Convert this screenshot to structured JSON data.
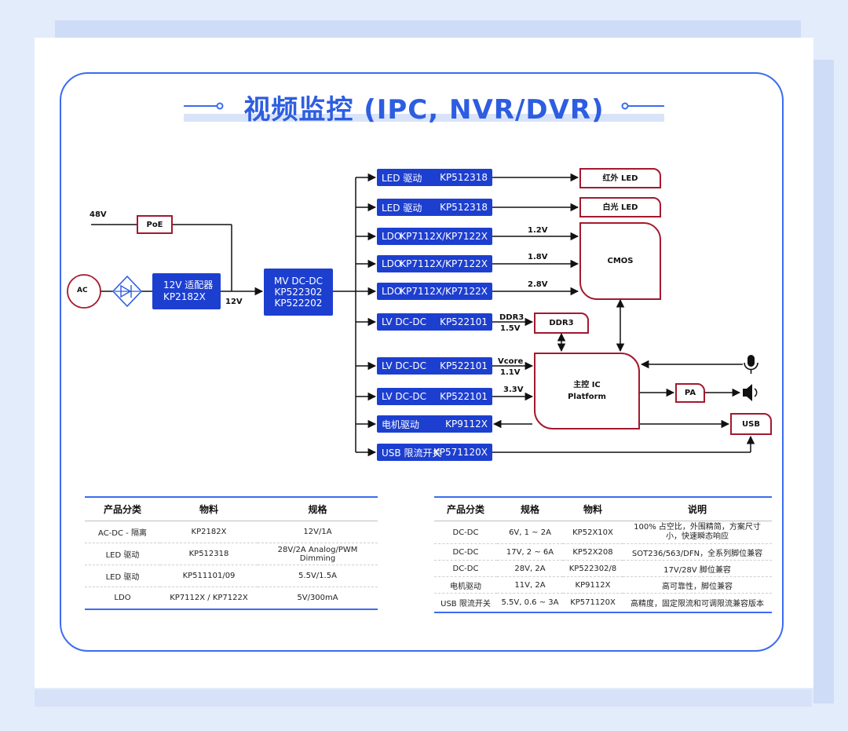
{
  "title": "视频监控 (IPC, NVR/DVR)",
  "colors": {
    "block_blue": "#1d3fd0",
    "accent_blue": "#3b6cf0",
    "box_red": "#a3192e"
  },
  "diagram": {
    "input_48v": "48V",
    "poe": "PoE",
    "ac": "AC",
    "adapter_line1": "12V 适配器",
    "adapter_line2": "KP2182X",
    "v12": "12V",
    "mv_line1": "MV DC-DC",
    "mv_line2": "KP522302",
    "mv_line3": "KP522202",
    "rows": [
      {
        "name": "LED 驱动",
        "part": "KP512318"
      },
      {
        "name": "LED 驱动",
        "part": "KP512318"
      },
      {
        "name": "LDO",
        "part": "KP7112X/KP7122X"
      },
      {
        "name": "LDO",
        "part": "KP7112X/KP7122X"
      },
      {
        "name": "LDO",
        "part": "KP7112X/KP7122X"
      },
      {
        "name": "LV DC-DC",
        "part": "KP522101"
      },
      {
        "name": "LV DC-DC",
        "part": "KP522101"
      },
      {
        "name": "LV DC-DC",
        "part": "KP522101"
      },
      {
        "name": "电机驱动",
        "part": "KP9112X"
      },
      {
        "name": "USB 限流开关",
        "part": "KP571120X"
      }
    ],
    "ir_led": "红外 LED",
    "white_led": "白光 LED",
    "cmos": "CMOS",
    "ddr3": "DDR3",
    "soc_line1": "主控 IC",
    "soc_line2": "Platform",
    "pa": "PA",
    "usb": "USB",
    "v1_2": "1.2V",
    "v1_8": "1.8V",
    "v2_8": "2.8V",
    "ddr3_label": "DDR3",
    "v1_5": "1.5V",
    "vcore": "Vcore",
    "v1_1": "1.1V",
    "v3_3": "3.3V"
  },
  "table1": {
    "headers": [
      "产品分类",
      "物料",
      "规格"
    ],
    "rows": [
      [
        "AC-DC - 隔离",
        "KP2182X",
        "12V/1A"
      ],
      [
        "LED 驱动",
        "KP512318",
        "28V/2A Analog/PWM Dimming"
      ],
      [
        "LED 驱动",
        "KP511101/09",
        "5.5V/1.5A"
      ],
      [
        "LDO",
        "KP7112X / KP7122X",
        "5V/300mA"
      ]
    ]
  },
  "table2": {
    "headers": [
      "产品分类",
      "规格",
      "物料",
      "说明"
    ],
    "rows": [
      [
        "DC-DC",
        "6V, 1 ~ 2A",
        "KP52X10X",
        "100% 占空比，外围精简，方案尺寸小，快速瞬态响应"
      ],
      [
        "DC-DC",
        "17V, 2 ~ 6A",
        "KP52X208",
        "SOT236/563/DFN，全系列脚位兼容"
      ],
      [
        "DC-DC",
        "28V, 2A",
        "KP522302/8",
        "17V/28V 脚位兼容"
      ],
      [
        "电机驱动",
        "11V, 2A",
        "KP9112X",
        "高可靠性，脚位兼容"
      ],
      [
        "USB 限流开关",
        "5.5V, 0.6 ~ 3A",
        "KP571120X",
        "高精度，固定限流和可调限流兼容版本"
      ]
    ]
  }
}
